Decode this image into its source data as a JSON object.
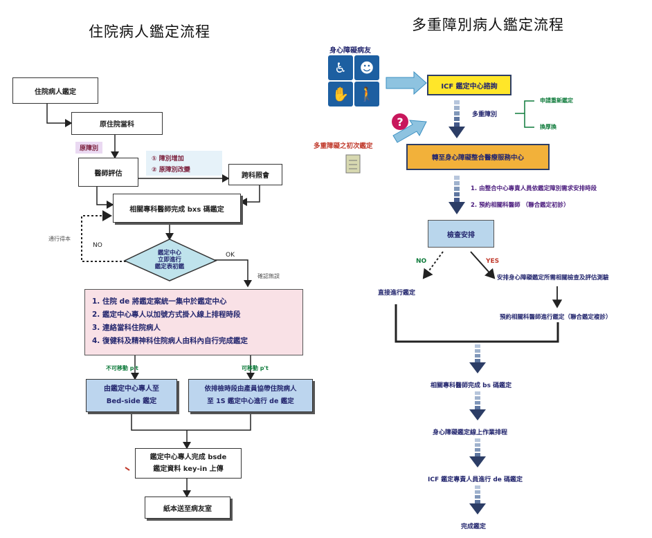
{
  "left": {
    "title": "住院病人鑑定流程",
    "box_start": "住院病人鑑定",
    "box_records": "原住院當科",
    "tag_original": "原障別",
    "box_doctor": "醫師評估",
    "change_1": "① 障別增加",
    "change_2": "② 原障別改變",
    "box_consult": "跨科照會",
    "box_related": "相關專科醫師完成 bxs 碼鑑定",
    "label_notice": "通行得本",
    "label_no": "NO",
    "diamond_1": "鑑定中心",
    "diamond_2": "立即進行",
    "diamond_3": "鑑定表初鑑",
    "label_ok": "OK",
    "label_notify": "確認無誤",
    "list": [
      "1.  住院 de 將鑑定案統一集中於鑑定中心",
      "2.  鑑定中心專人以加號方式掛入線上排程時段",
      "3.  連絡當科住院病人",
      "4.  復健科及精神科住院病人由科內自行完成鑑定"
    ],
    "label_not_movable": "不可移動 p't",
    "label_movable": "可移動 p't",
    "bed_1": "由鑑定中心專人至",
    "bed_2": "Bed-side  鑑定",
    "move_1": "依排檢時段由產員協帶住院病人",
    "move_2": "至 1S 鑑定中心進行 de 鑑定",
    "final_1": "鑑定中心專人完成 bsde",
    "final_2": "鑑定資料 key-in  上傳",
    "box_send": "紙本送至病友室"
  },
  "right": {
    "title": "多重障別病人鑑定流程",
    "icons_caption": "身心障礙病友",
    "icons": [
      "wheelchair-icon",
      "head-icon",
      "sign-language-icon",
      "blind-walker-icon"
    ],
    "icf_box": "ICF 鑑定中心諮詢",
    "label_multi": "多重障別",
    "branch_apply": "申請重新鑑定",
    "branch_renew": "換厚換",
    "first_time": "多重障礙之初次鑑定",
    "center_box": "轉至身心障礙整合醫療服務中心",
    "step_1": "1.  由整合中心專責人員依鑑定障別需求安排時段",
    "step_2": "2.  預約相關科醫師 （聯合鑑定初診）",
    "exam_box": "檢查安排",
    "label_no": "NO",
    "label_yes": "YES",
    "direct": "直接進行鑑定",
    "arrange": "安排身心障礙鑑定所需相關檢查及評估測驗",
    "appoint": "預約相關科醫師進行鑑定（聯合鑑定複診）",
    "bxs": "相關專科醫師完成 bs 碼鑑定",
    "upload": "身心障礙鑑定線上作業排程",
    "icf_finish": "ICF 鑑定專責人員進行 de 碼鑑定",
    "done": "完成鑑定"
  },
  "colors": {
    "pink_panel": "#f9e1e6",
    "blue_box": "#bcd5ee",
    "diamond": "#bfe3ec",
    "icf_yellow": "#ffe629",
    "center_orange": "#f2b13a",
    "exam_blue": "#b9d6ec",
    "arrow_dark": "#2c3d66",
    "icon_blue": "#1d5fa1",
    "green_text": "#0d7a3a",
    "purple_text": "#4a1b7d"
  }
}
